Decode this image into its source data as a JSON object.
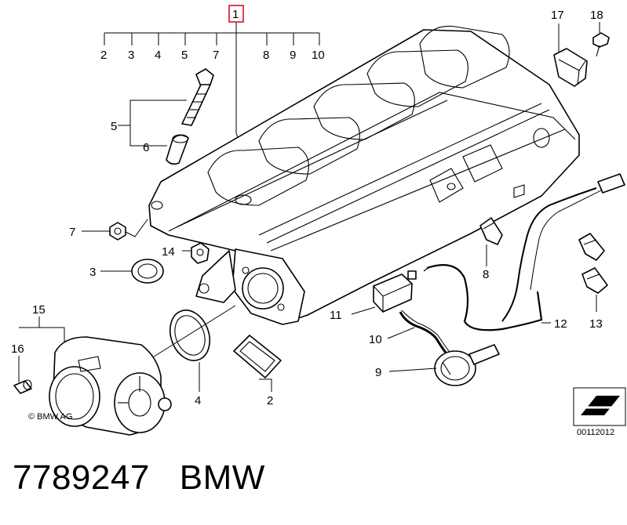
{
  "diagram": {
    "callouts": {
      "c1": "1",
      "c2a": "2",
      "c3a": "3",
      "c4a": "4",
      "c5a": "5",
      "c7a": "7",
      "c8a": "8",
      "c9a": "9",
      "c10a": "10",
      "c5b": "5",
      "c6": "6",
      "c7b": "7",
      "c3b": "3",
      "c14": "14",
      "c15": "15",
      "c16": "16",
      "c4b": "4",
      "c2b": "2",
      "c11": "11",
      "c10b": "10",
      "c9b": "9",
      "c12": "12",
      "c8b": "8",
      "c13": "13",
      "c17": "17",
      "c18": "18"
    },
    "copyright": "© BMW AG",
    "drawing_number": "00112012"
  },
  "footer": {
    "part_number": "7789247",
    "brand": "BMW"
  },
  "colors": {
    "highlight_box": "#d0021b",
    "line": "#000000",
    "background": "#ffffff"
  }
}
